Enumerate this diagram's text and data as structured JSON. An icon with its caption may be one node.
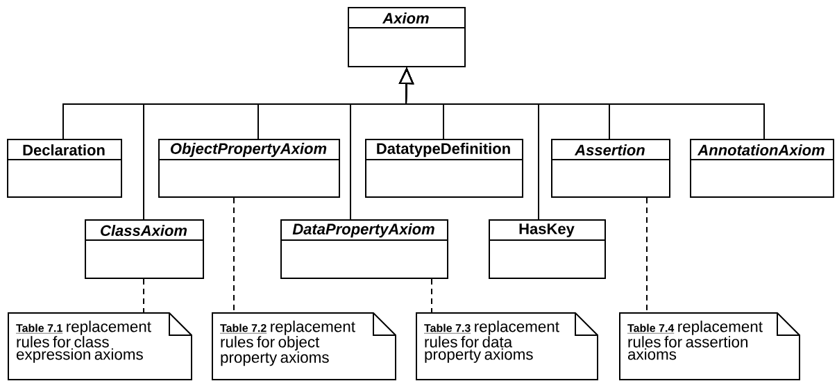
{
  "diagram": {
    "nodes": [
      {
        "text": [
          "Axiom"
        ]
      },
      {
        "text": [
          "Declaration"
        ]
      },
      {
        "text": [
          "ObjectPropertyAxiom"
        ]
      },
      {
        "text": [
          "DatatypeDefinition"
        ]
      },
      {
        "text": [
          "Assertion"
        ]
      },
      {
        "text": [
          "AnnotationAxiom"
        ]
      },
      {
        "text": [
          "ClassAxiom"
        ]
      },
      {
        "text": [
          "DataPropertyAxiom"
        ]
      },
      {
        "text": [
          "HasKey"
        ]
      },
      {
        "text": [
          "Table 7.1",
          "replacement rules for class expression axioms"
        ]
      },
      {
        "text": [
          "Table 7.2",
          "replacement rules for object property axioms"
        ]
      },
      {
        "text": [
          "Table 7.3",
          "replacement rules for data property axioms"
        ]
      },
      {
        "text": [
          "Table 7.4",
          "replacement rules for assertion axioms"
        ]
      }
    ],
    "edges": [
      {
        "from": 1,
        "to": 0,
        "arrow": "to"
      },
      {
        "from": 6,
        "to": 0,
        "arrow": "to"
      },
      {
        "from": 2,
        "to": 0,
        "arrow": "to"
      },
      {
        "from": 7,
        "to": 0,
        "arrow": "to"
      },
      {
        "from": 3,
        "to": 0,
        "arrow": "to"
      },
      {
        "from": 8,
        "to": 0,
        "arrow": "to"
      },
      {
        "from": 4,
        "to": 0,
        "arrow": "to"
      },
      {
        "from": 5,
        "to": 0,
        "arrow": "to"
      },
      {
        "from": 6,
        "to": 9,
        "arrow": "none",
        "style": "dashed"
      },
      {
        "from": 2,
        "to": 10,
        "arrow": "none",
        "style": "dashed"
      },
      {
        "from": 7,
        "to": 11,
        "arrow": "none",
        "style": "dashed"
      },
      {
        "from": 4,
        "to": 12,
        "arrow": "none",
        "style": "dashed"
      }
    ]
  }
}
